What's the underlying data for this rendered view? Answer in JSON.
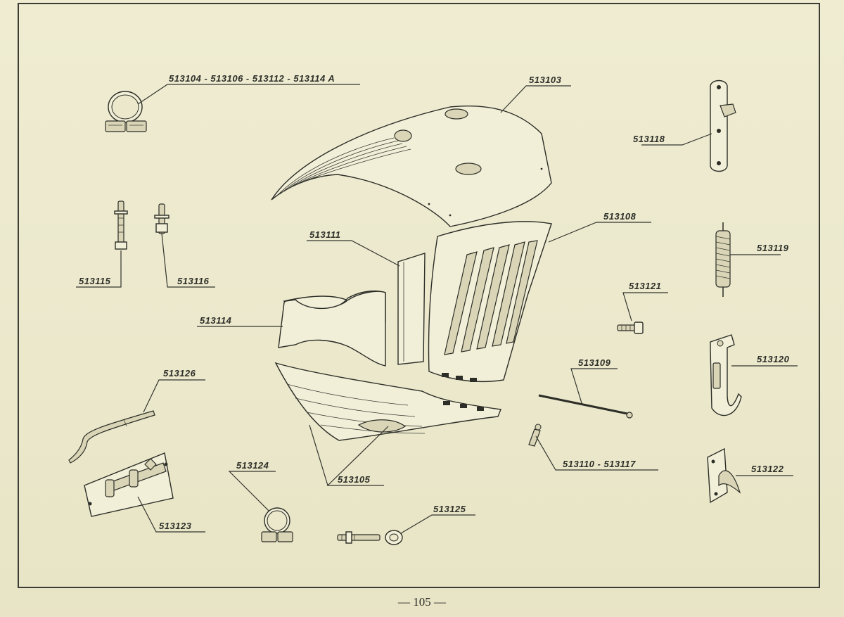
{
  "page_number": "— 105 —",
  "labels": {
    "l513104": "513104 - 513106 - 513112 - 513114 A",
    "l513103": "513103",
    "l513118": "513118",
    "l513108": "513108",
    "l513111": "513111",
    "l513119": "513119",
    "l513115": "513115",
    "l513116": "513116",
    "l513121": "513121",
    "l513114": "513114",
    "l513120": "513120",
    "l513126": "513126",
    "l513109": "513109",
    "l513110": "513110 - 513117",
    "l513105": "513105",
    "l513124": "513124",
    "l513122": "513122",
    "l513123": "513123",
    "l513125": "513125"
  }
}
